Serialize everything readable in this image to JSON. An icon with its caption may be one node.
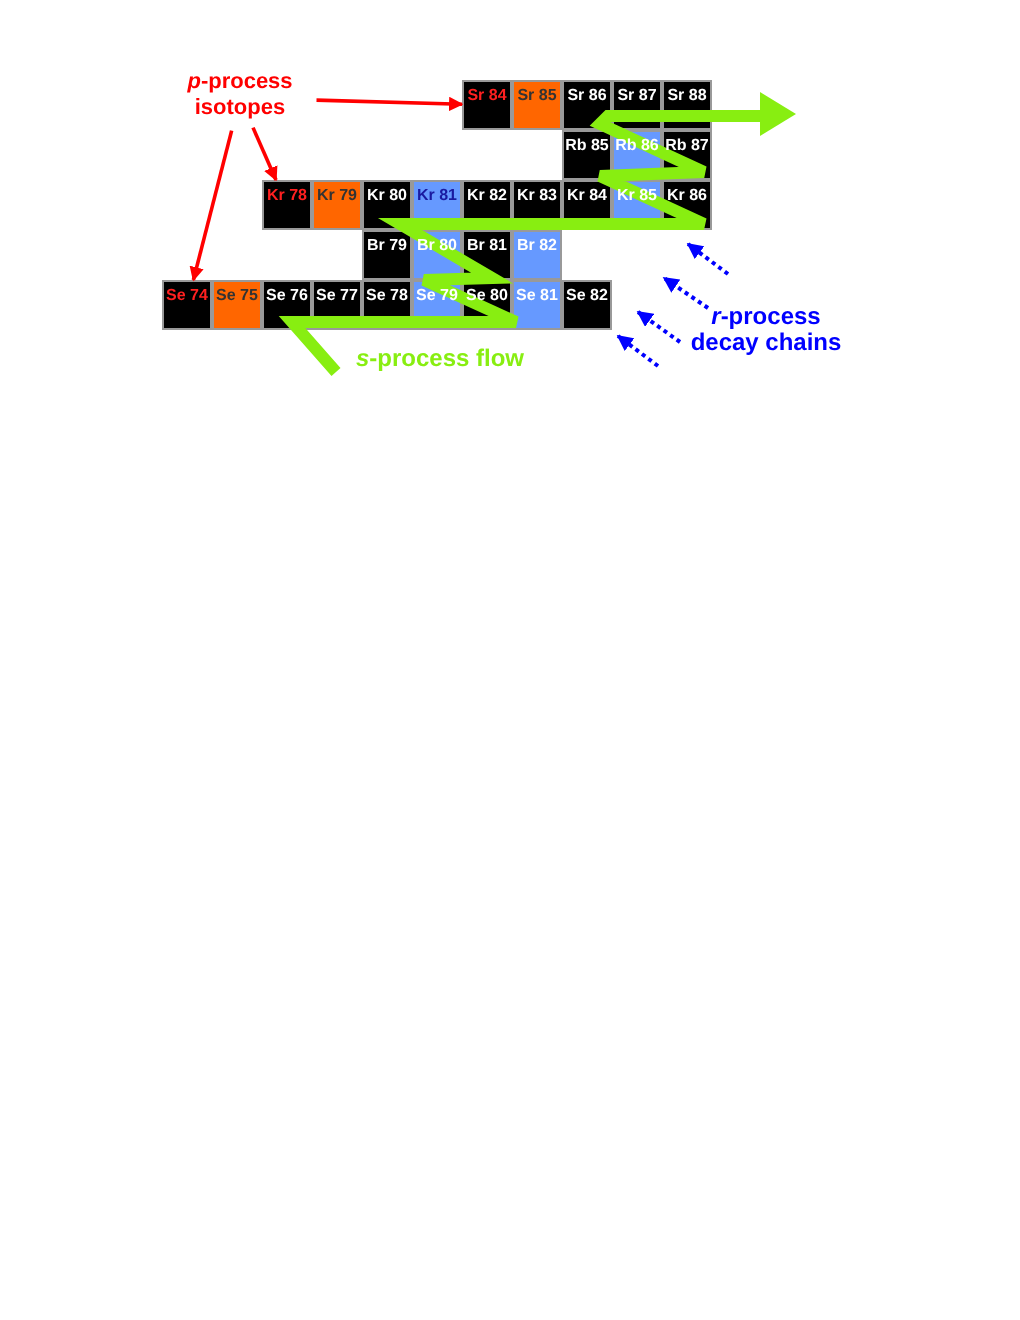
{
  "diagram": {
    "nodes": [
      {
        "text": [
          "*p*-process isotopes"
        ]
      },
      {
        "text": [
          "Sr 84"
        ]
      },
      {
        "text": [
          "Sr 85"
        ]
      },
      {
        "text": [
          "Sr 86"
        ]
      },
      {
        "text": [
          "Sr 87"
        ]
      },
      {
        "text": [
          "Sr 88"
        ]
      },
      {
        "text": [
          "Rb 85"
        ]
      },
      {
        "text": [
          "Rb 86"
        ]
      },
      {
        "text": [
          "Rb 87"
        ]
      },
      {
        "text": [
          "Kr 78"
        ]
      },
      {
        "text": [
          "Kr 79"
        ]
      },
      {
        "text": [
          "Kr 80"
        ]
      },
      {
        "text": [
          "Kr 81"
        ]
      },
      {
        "text": [
          "Kr 82"
        ]
      },
      {
        "text": [
          "Kr 83"
        ]
      },
      {
        "text": [
          "Kr 84"
        ]
      },
      {
        "text": [
          "Kr 85"
        ]
      },
      {
        "text": [
          "Kr 86"
        ]
      },
      {
        "text": [
          "Br 79"
        ]
      },
      {
        "text": [
          "Br 80"
        ]
      },
      {
        "text": [
          "Br 81"
        ]
      },
      {
        "text": [
          "Br 82"
        ]
      },
      {
        "text": [
          "Se 74"
        ]
      },
      {
        "text": [
          "Se 75"
        ]
      },
      {
        "text": [
          "Se 76"
        ]
      },
      {
        "text": [
          "Se 77"
        ]
      },
      {
        "text": [
          "Se 78"
        ]
      },
      {
        "text": [
          "Se 79"
        ]
      },
      {
        "text": [
          "Se 80"
        ]
      },
      {
        "text": [
          "Se 81"
        ]
      },
      {
        "text": [
          "Se 82"
        ]
      }
    ],
    "edges": [
      {
        "from": 0,
        "to": 1,
        "arrow": "to"
      },
      {
        "from": 0,
        "to": 9,
        "arrow": "to"
      },
      {
        "from": 0,
        "to": 22,
        "arrow": "to"
      }
    ],
    "labels": [
      "*s*-process flow",
      "*r*-process decay chains"
    ]
  }
}
